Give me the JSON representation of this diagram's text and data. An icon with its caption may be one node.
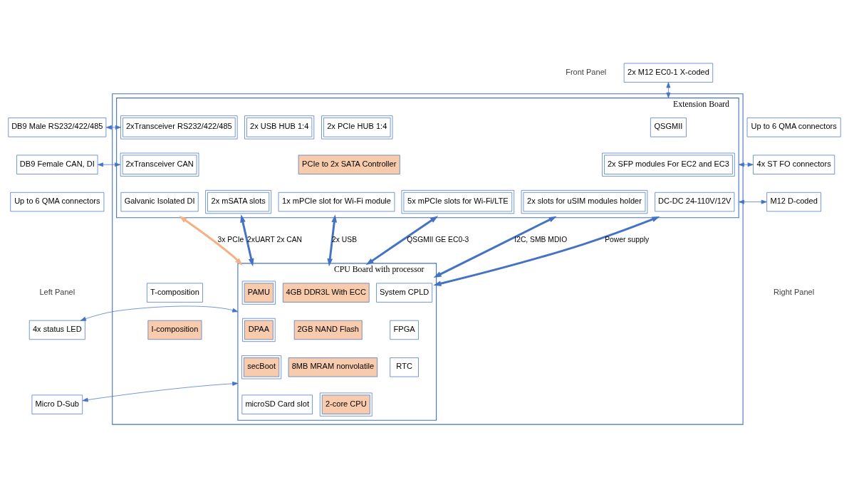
{
  "diagram": {
    "nodes": [
      {
        "text": [],
        "shape": "box"
      },
      {
        "text": [
          "DB9 Male RS232/422/485"
        ]
      },
      {
        "text": [
          "DB9 Female CAN, DI"
        ]
      },
      {
        "text": [
          "Up to 6 QMA connectors"
        ]
      },
      {
        "text": [
          "4x status LED"
        ]
      },
      {
        "text": [
          "Micro D-Sub"
        ]
      },
      {
        "text": [
          "2x M12 EC0-1 X-coded"
        ]
      },
      {
        "text": [
          "Up to 6 QMA connectors"
        ]
      },
      {
        "text": [
          "4x ST FO connectors"
        ]
      },
      {
        "text": [
          "M12 D-coded"
        ]
      },
      {
        "text": [
          "Extension Board"
        ],
        "in": 0
      },
      {
        "text": [
          "2xTransceiver RS232/422/485"
        ],
        "in": 10
      },
      {
        "text": [
          "2x PCIe HUB 1:4"
        ],
        "in": 10
      },
      {
        "text": [
          "2x USB HUB 1:4"
        ],
        "in": 10
      },
      {
        "text": [
          "QSGMII"
        ],
        "in": 10
      },
      {
        "text": [
          "2xTransceiver CAN"
        ],
        "in": 10
      },
      {
        "text": [
          "PCIe to 2x SATA Controller"
        ],
        "in": 10
      },
      {
        "text": [
          "2x SFP modules For EC2 and EC3"
        ],
        "in": 10
      },
      {
        "text": [
          "Galvanic Isolated DI"
        ],
        "in": 10
      },
      {
        "text": [
          "2x mSATA slots"
        ],
        "in": 10
      },
      {
        "text": [
          "1x mPCIe slot for Wi-Fi module"
        ],
        "in": 10
      },
      {
        "text": [
          "5x mPCIe slots for Wi-Fi/LTE"
        ],
        "in": 10
      },
      {
        "text": [
          "2x slots for uSIM modules holder"
        ],
        "in": 10
      },
      {
        "text": [
          "DC-DC 24-110V/12V"
        ],
        "in": 10
      },
      {
        "text": [
          "CPU Board with processor"
        ],
        "in": 0
      },
      {
        "text": [
          "PAMU"
        ],
        "in": 24
      },
      {
        "text": [
          "DPAA"
        ],
        "in": 24
      },
      {
        "text": [
          "secBoot"
        ],
        "in": 24
      },
      {
        "text": [
          "2-core CPU"
        ],
        "in": 24
      },
      {
        "text": [
          "4GB DDR3L With ECC"
        ],
        "in": 24
      },
      {
        "text": [
          "2GB NAND Flash"
        ],
        "in": 24
      },
      {
        "text": [
          "8MB MRAM nonvolatile"
        ],
        "in": 24
      },
      {
        "text": [
          "System CPLD"
        ],
        "in": 24
      },
      {
        "text": [
          "FPGA"
        ],
        "in": 24
      },
      {
        "text": [
          "RTC"
        ],
        "in": 24
      },
      {
        "text": [
          "microSD Card slot"
        ],
        "in": 24
      },
      {
        "text": [
          "T-composition"
        ],
        "in": 0
      },
      {
        "text": [
          "I-composition"
        ],
        "in": 0
      }
    ],
    "edges": [
      {
        "from": 1,
        "to": 11,
        "arrow": "both"
      },
      {
        "from": 2,
        "to": 15,
        "arrow": "both"
      },
      {
        "from": 6,
        "to": 10,
        "arrow": "both"
      },
      {
        "from": 8,
        "to": 10,
        "arrow": "both"
      },
      {
        "from": 9,
        "to": 10,
        "arrow": "both"
      },
      {
        "from": 4,
        "to": 24,
        "arrow": "both"
      },
      {
        "from": 5,
        "to": 24,
        "arrow": "both"
      },
      {
        "from": 10,
        "to": 24,
        "arrow": "both",
        "label": "3x PCIe",
        "style": "thick",
        "color": "#f4b183"
      },
      {
        "from": 10,
        "to": 24,
        "arrow": "both",
        "label": "2xUART 2x CAN",
        "style": "thick"
      },
      {
        "from": 10,
        "to": 24,
        "arrow": "both",
        "label": "2x USB",
        "style": "thick"
      },
      {
        "from": 10,
        "to": 24,
        "arrow": "both",
        "label": "QSGMII GE EC0-3",
        "style": "thick"
      },
      {
        "from": 10,
        "to": 24,
        "arrow": "both",
        "label": "I2C, SMB MDIO",
        "style": "thick"
      },
      {
        "from": 10,
        "to": 24,
        "arrow": "both",
        "label": "Power supply",
        "style": "thick"
      }
    ],
    "labels": [
      "Front Panel",
      "Left Panel",
      "Right Panel"
    ]
  }
}
